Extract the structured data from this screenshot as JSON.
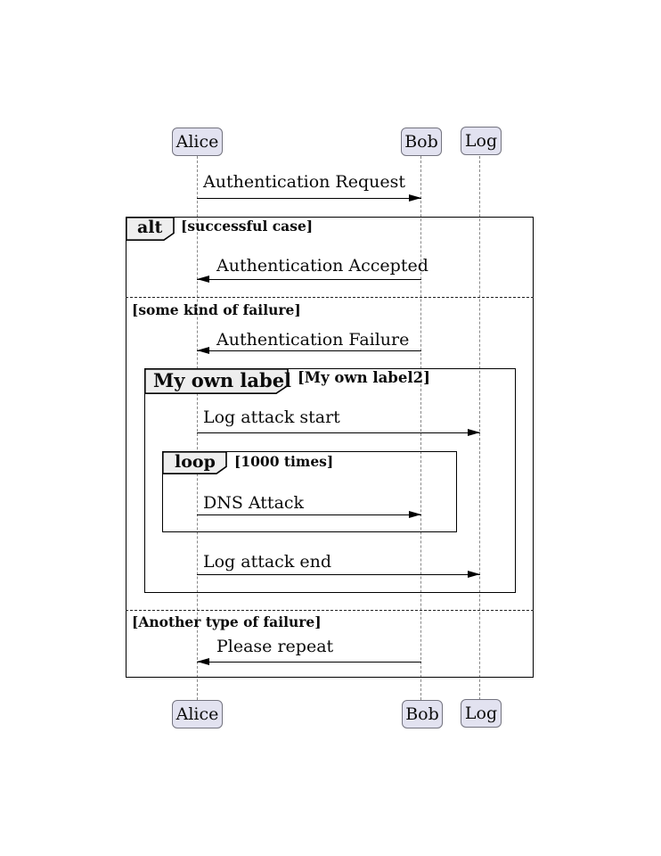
{
  "actors": {
    "alice": "Alice",
    "bob": "Bob",
    "log": "Log"
  },
  "messages": [
    {
      "text": "Authentication Request",
      "from": "Alice",
      "to": "Bob"
    },
    {
      "text": "Authentication Accepted",
      "from": "Bob",
      "to": "Alice"
    },
    {
      "text": "Authentication Failure",
      "from": "Bob",
      "to": "Alice"
    },
    {
      "text": "Log attack start",
      "from": "Alice",
      "to": "Log"
    },
    {
      "text": "DNS Attack",
      "from": "Alice",
      "to": "Bob"
    },
    {
      "text": "Log attack end",
      "from": "Alice",
      "to": "Log"
    },
    {
      "text": "Please repeat",
      "from": "Bob",
      "to": "Alice"
    }
  ],
  "frames": {
    "alt": {
      "keyword": "alt",
      "condition": "[successful case]"
    },
    "else1": {
      "condition": "[some kind of failure]"
    },
    "group": {
      "keyword": "My own label",
      "condition": "[My own label2]"
    },
    "loop": {
      "keyword": "loop",
      "condition": "[1000 times]"
    },
    "else2": {
      "condition": "[Another type of failure]"
    }
  },
  "colors": {
    "actor_fill": "#E2E2F0",
    "actor_border": "#73737F",
    "frame_label_fill": "#EEEEEE",
    "frame_border": "#000000",
    "lifeline": "#888888",
    "arrow": "#000000",
    "background": "#FFFFFF"
  }
}
